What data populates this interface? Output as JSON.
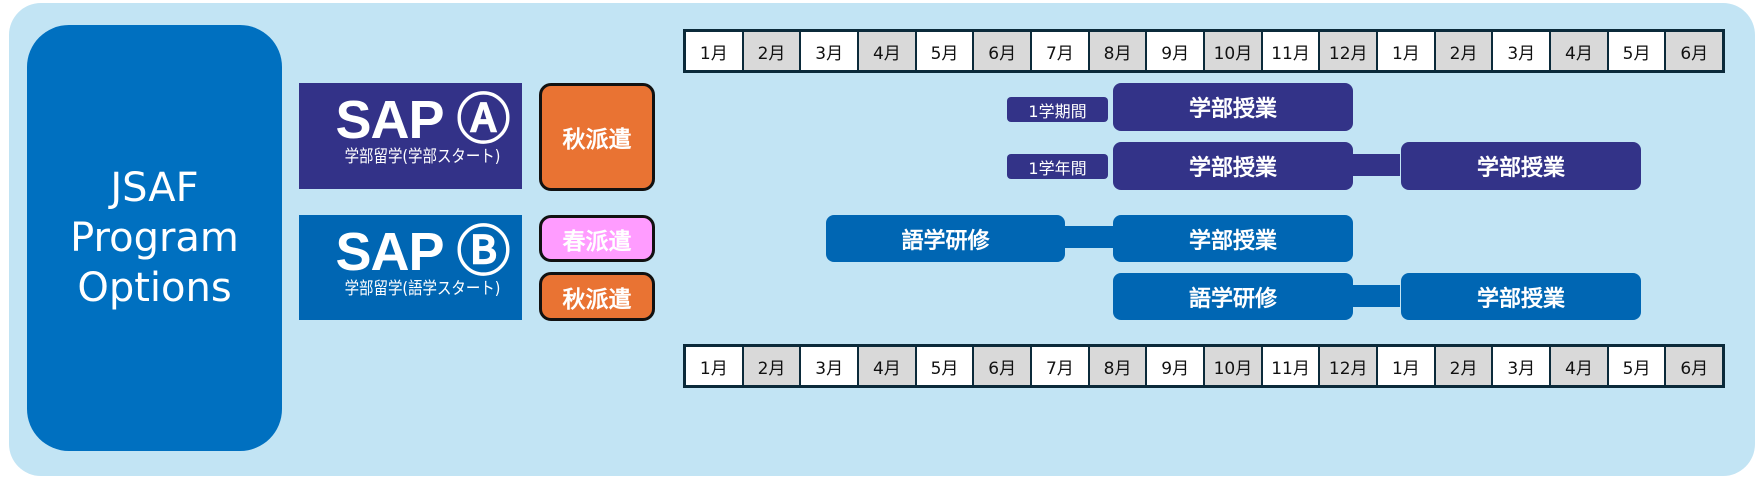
{
  "title": "JSAF\nProgram\nOptions",
  "programs": [
    {
      "name": "SAP Ⓐ",
      "subtitle": "学部留学(学部スタート)",
      "color": "#333288"
    },
    {
      "name": "SAP Ⓑ",
      "subtitle": "学部留学(語学スタート)",
      "color": "#0066b3"
    }
  ],
  "dispatch": {
    "autumn": "秋派遣",
    "spring": "春派遣"
  },
  "months": [
    "1月",
    "2月",
    "3月",
    "4月",
    "5月",
    "6月",
    "7月",
    "8月",
    "9月",
    "10月",
    "11月",
    "12月",
    "1月",
    "2月",
    "3月",
    "4月",
    "5月",
    "6月"
  ],
  "rows": {
    "one_semester_label": "1学期間",
    "one_year_label": "1学年間",
    "undergrad_class": "学部授業",
    "language_training": "語学研修"
  },
  "colors": {
    "background": "#c2e4f4",
    "orange": "#e97333",
    "pink": "#ff9cff",
    "gray_cell": "#d9d9d9"
  }
}
